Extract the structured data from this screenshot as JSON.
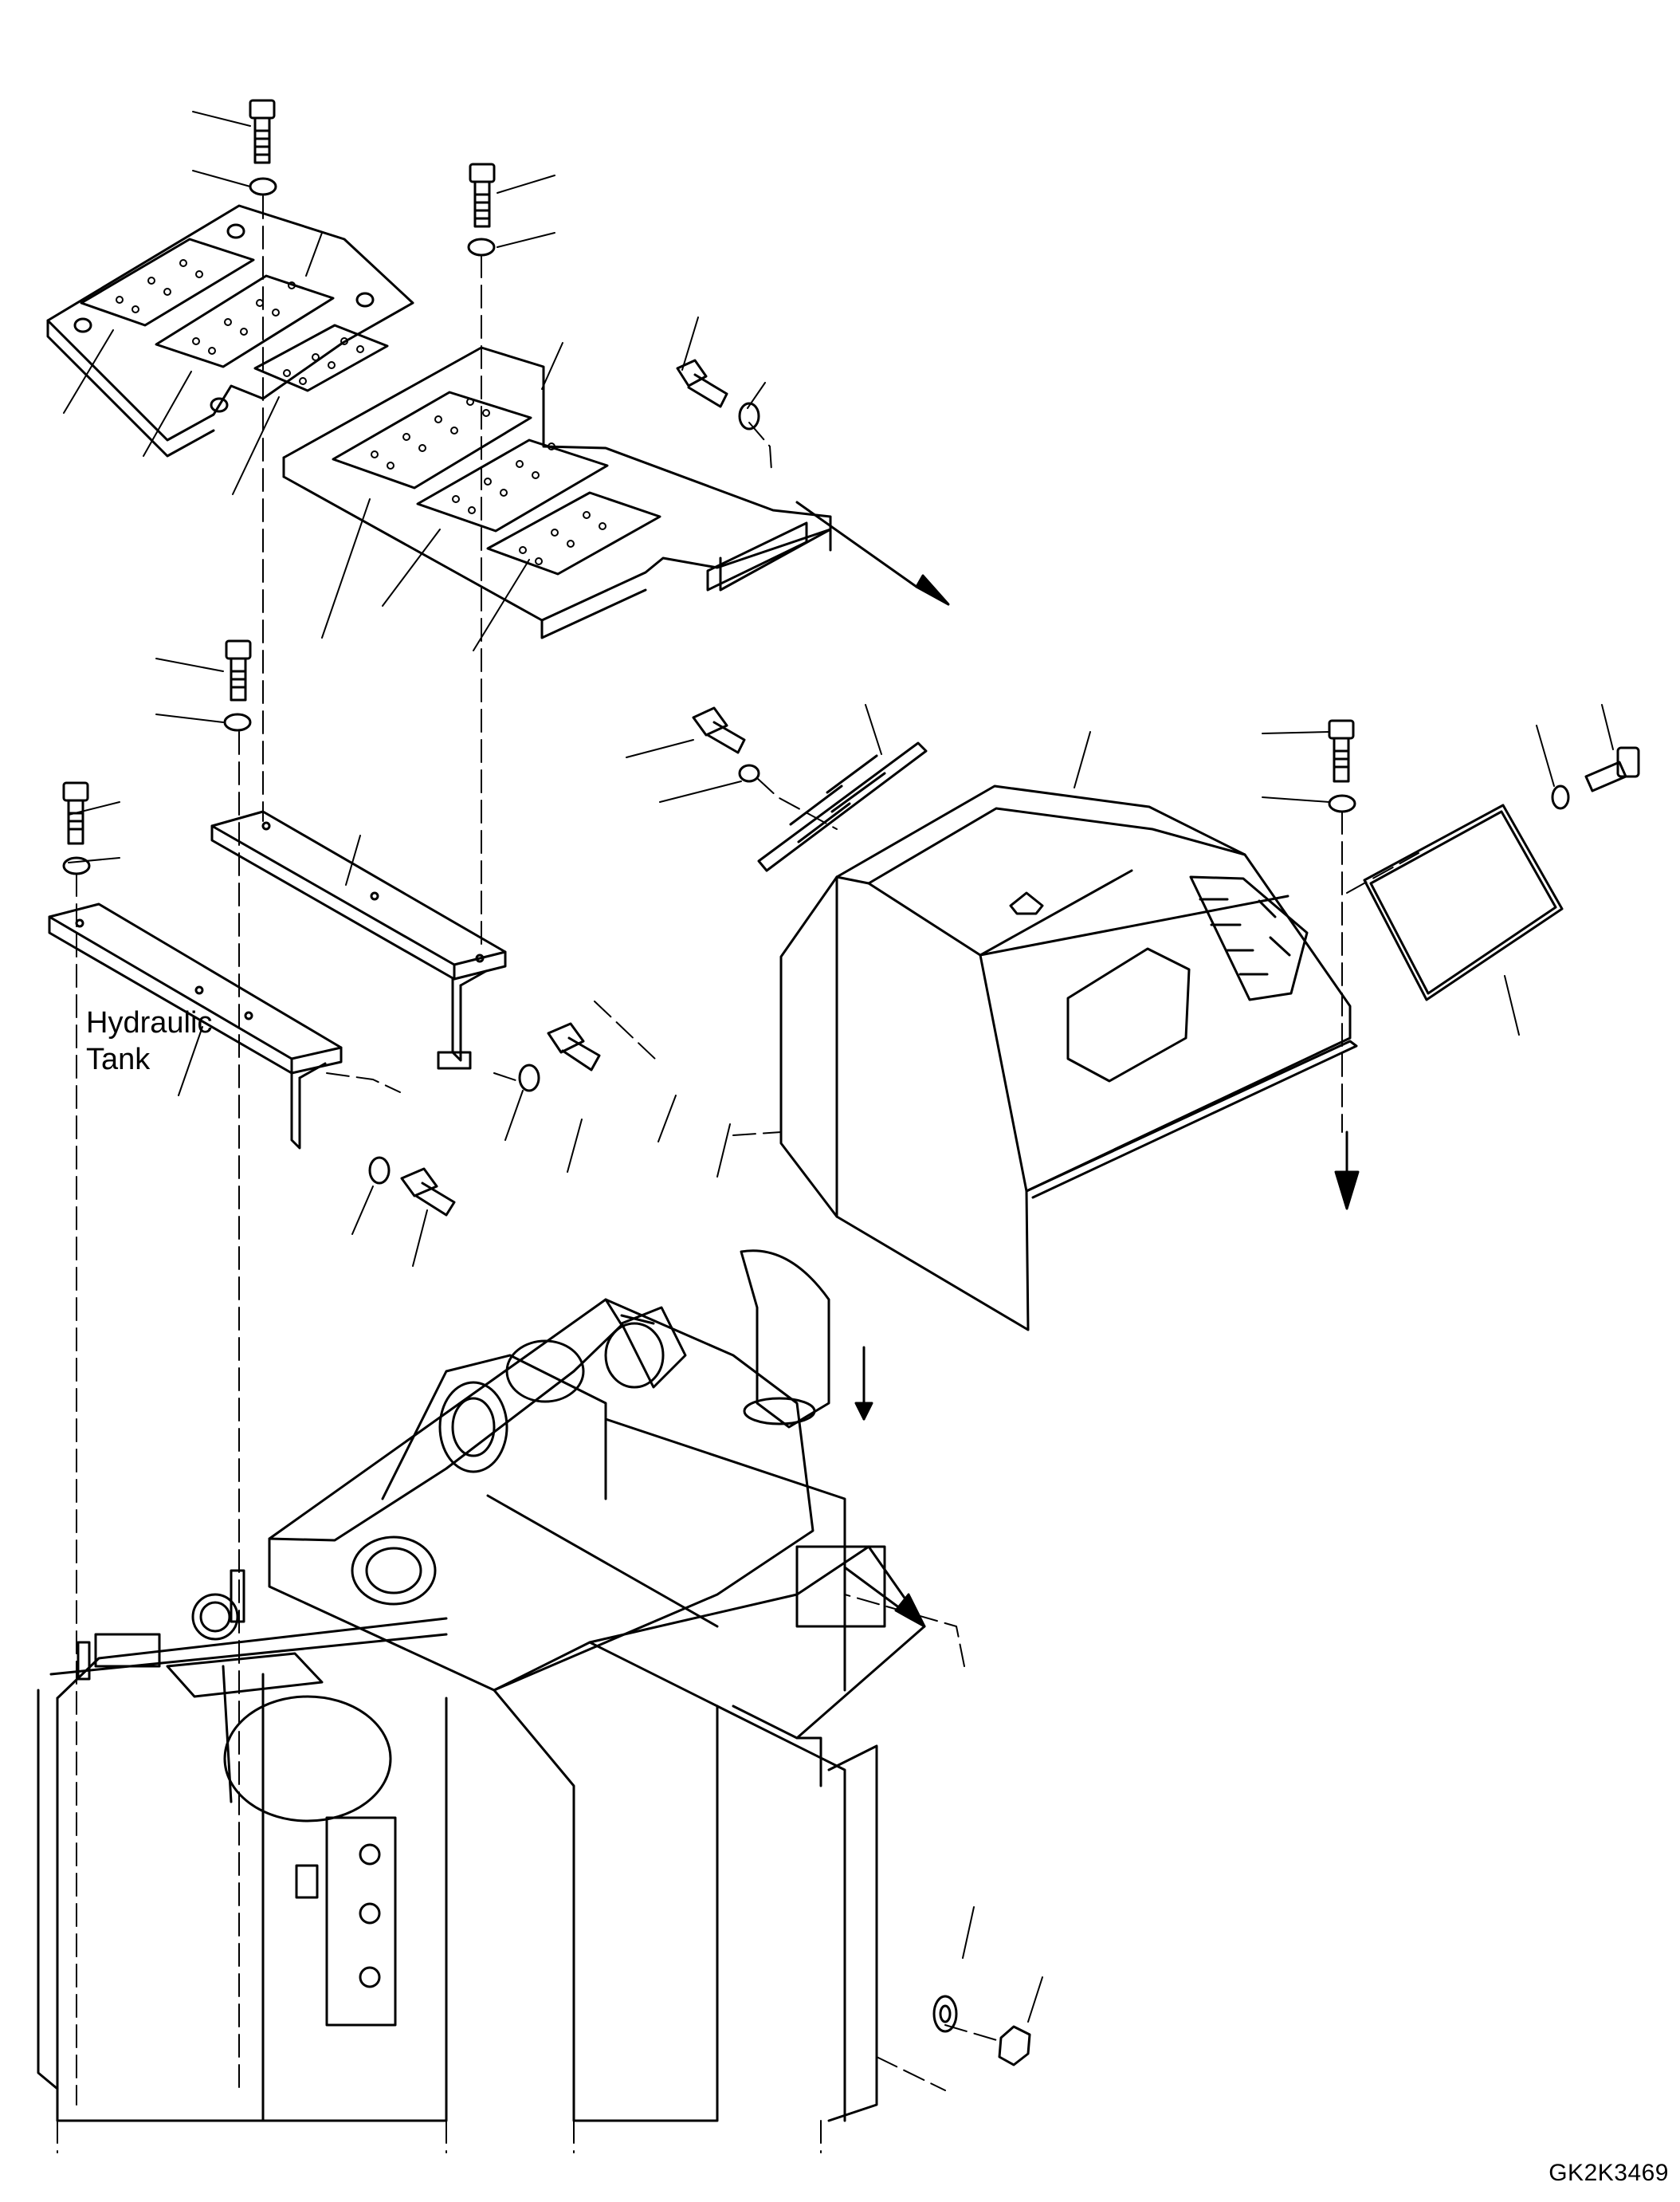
{
  "diagram": {
    "labels": {
      "tank_line1": "Hydraulic",
      "tank_line2": "Tank"
    },
    "drawing_code": "GK2K3469"
  }
}
